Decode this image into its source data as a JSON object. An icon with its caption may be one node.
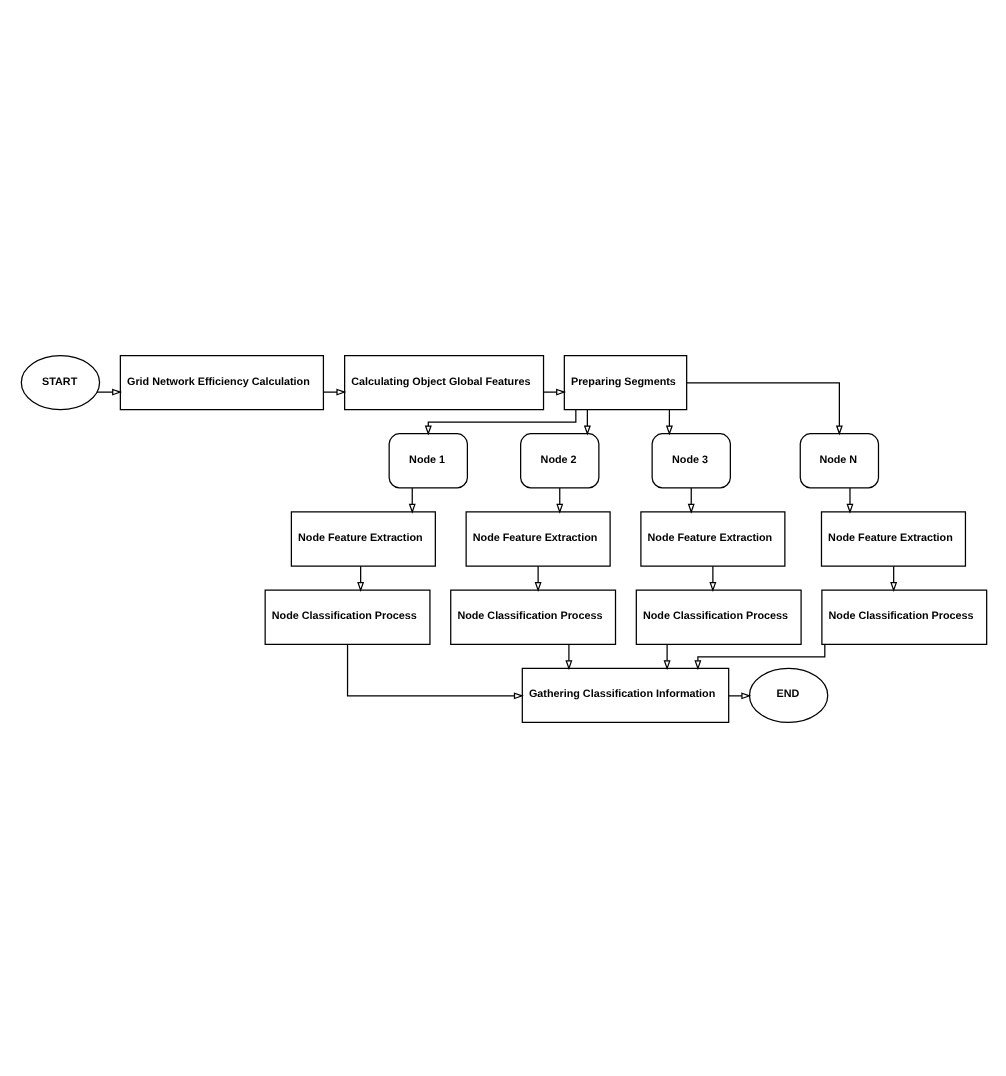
{
  "diagram": {
    "nodes": [
      {
        "text": [
          "START"
        ]
      },
      {
        "text": [
          "Grid Network Efficiency Calculation"
        ]
      },
      {
        "text": [
          "Calculating Object Global Features"
        ]
      },
      {
        "text": [
          "Preparing Segments"
        ]
      },
      {
        "text": [
          "Node 1"
        ]
      },
      {
        "text": [
          "Node 2"
        ]
      },
      {
        "text": [
          "Node 3"
        ]
      },
      {
        "text": [
          "Node N"
        ]
      },
      {
        "text": [
          "Node Feature Extraction"
        ]
      },
      {
        "text": [
          "Node Feature Extraction"
        ]
      },
      {
        "text": [
          "Node Feature Extraction"
        ]
      },
      {
        "text": [
          "Node Feature Extraction"
        ]
      },
      {
        "text": [
          "Node Classification Process"
        ]
      },
      {
        "text": [
          "Node Classification Process"
        ]
      },
      {
        "text": [
          "Node Classification Process"
        ]
      },
      {
        "text": [
          "Node Classification Process"
        ]
      },
      {
        "text": [
          "Gathering Classification Information"
        ]
      },
      {
        "text": [
          "END"
        ]
      }
    ],
    "edges": [
      {
        "from": 0,
        "to": 1,
        "arrow": "to"
      },
      {
        "from": 1,
        "to": 2,
        "arrow": "to"
      },
      {
        "from": 2,
        "to": 3,
        "arrow": "to"
      },
      {
        "from": 3,
        "to": 4,
        "arrow": "to"
      },
      {
        "from": 3,
        "to": 5,
        "arrow": "to"
      },
      {
        "from": 3,
        "to": 6,
        "arrow": "to"
      },
      {
        "from": 3,
        "to": 7,
        "arrow": "to"
      },
      {
        "from": 4,
        "to": 8,
        "arrow": "to"
      },
      {
        "from": 5,
        "to": 9,
        "arrow": "to"
      },
      {
        "from": 6,
        "to": 10,
        "arrow": "to"
      },
      {
        "from": 7,
        "to": 11,
        "arrow": "to"
      },
      {
        "from": 8,
        "to": 12,
        "arrow": "to"
      },
      {
        "from": 9,
        "to": 13,
        "arrow": "to"
      },
      {
        "from": 10,
        "to": 14,
        "arrow": "to"
      },
      {
        "from": 11,
        "to": 15,
        "arrow": "to"
      },
      {
        "from": 12,
        "to": 16,
        "arrow": "to"
      },
      {
        "from": 13,
        "to": 16,
        "arrow": "to"
      },
      {
        "from": 14,
        "to": 16,
        "arrow": "to"
      },
      {
        "from": 15,
        "to": 16,
        "arrow": "to"
      },
      {
        "from": 16,
        "to": 17,
        "arrow": "to"
      }
    ]
  }
}
